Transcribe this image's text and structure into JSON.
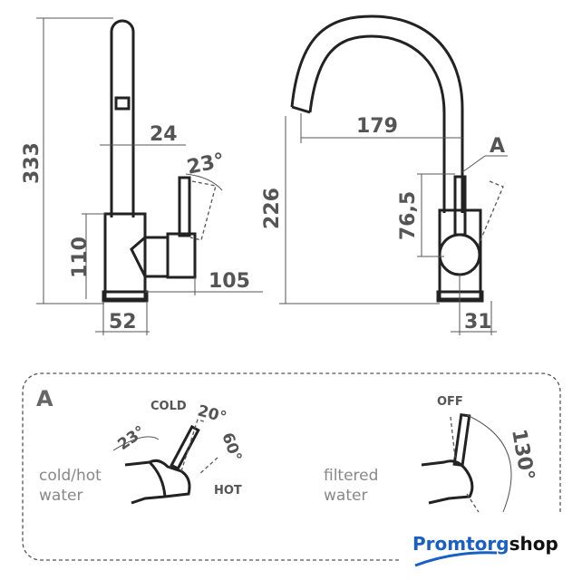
{
  "left_view": {
    "height": "333",
    "spout_width": "24",
    "lever_angle": "23°",
    "body_height": "110",
    "lever_reach": "105",
    "base_width": "52"
  },
  "right_view": {
    "reach": "179",
    "detail_label": "A",
    "lever_height": "76,5",
    "spout_height": "226",
    "base_offset": "31"
  },
  "detail": {
    "title": "A",
    "left": {
      "caption_line1": "cold/hot",
      "caption_line2": "water",
      "cold": "COLD",
      "hot": "HOT",
      "angle_a": "23°",
      "angle_b": "20°",
      "angle_c": "60°"
    },
    "right": {
      "caption_line1": "filtered",
      "caption_line2": "water",
      "off": "OFF",
      "angle": "130°"
    }
  },
  "brand": {
    "part1": "Promtorg",
    "part2": "shop",
    "color_primary": "#1a5fc4",
    "color_secondary": "#111111"
  }
}
